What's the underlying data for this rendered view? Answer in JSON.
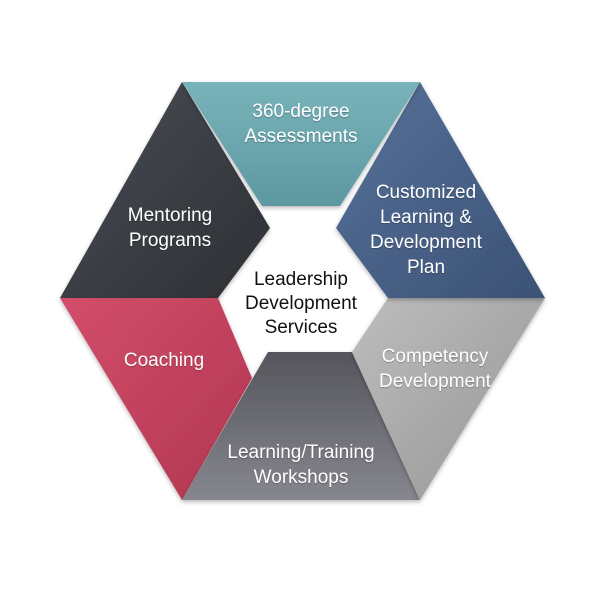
{
  "diagram": {
    "center": {
      "lines": [
        "Leadership",
        "Development",
        "Services"
      ]
    },
    "segments": [
      {
        "id": "assessments",
        "lines": [
          "360-degree",
          "Assessments"
        ],
        "color": "#6aa6ae"
      },
      {
        "id": "customized-learning",
        "lines": [
          "Customized",
          "Learning &",
          "Development",
          "Plan"
        ],
        "color": "#4a6285"
      },
      {
        "id": "competency",
        "lines": [
          "Competency",
          "Development"
        ],
        "color": "#a9a9a9"
      },
      {
        "id": "workshops",
        "lines": [
          "Learning/Training",
          "Workshops"
        ],
        "color": "#6b6b73"
      },
      {
        "id": "coaching",
        "lines": [
          "Coaching"
        ],
        "color": "#c8435f"
      },
      {
        "id": "mentoring",
        "lines": [
          "Mentoring",
          "Programs"
        ],
        "color": "#3b3f45"
      }
    ]
  }
}
